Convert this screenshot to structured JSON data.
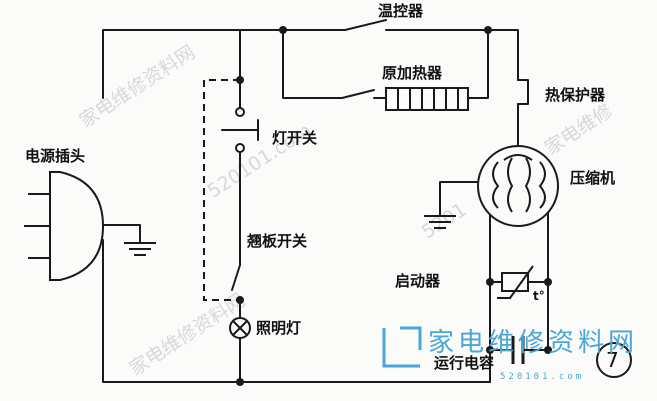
{
  "labels": {
    "thermostat": "温控器",
    "original_heater": "原加热器",
    "thermal_protector": "热保护器",
    "lamp_switch": "灯开关",
    "power_plug": "电源插头",
    "compressor": "压缩机",
    "flap_switch": "翘板开关",
    "starter": "启动器",
    "starter_symbol": "t°",
    "lighting_lamp": "照明灯",
    "run_capacitor": "运行电容",
    "figure_number": "7"
  },
  "watermark": {
    "brand": "家电维修资料网",
    "domain": "520101.com",
    "mark_1": "家电维修资料网",
    "mark_2": "520101.com",
    "mark_3": "家电维修",
    "mark_4": "家电维修资料网",
    "mark_5": "5201"
  },
  "colors": {
    "line": "#1a1a1a",
    "brand": "#4aa6d8",
    "watermark": "#b8bcc4"
  }
}
